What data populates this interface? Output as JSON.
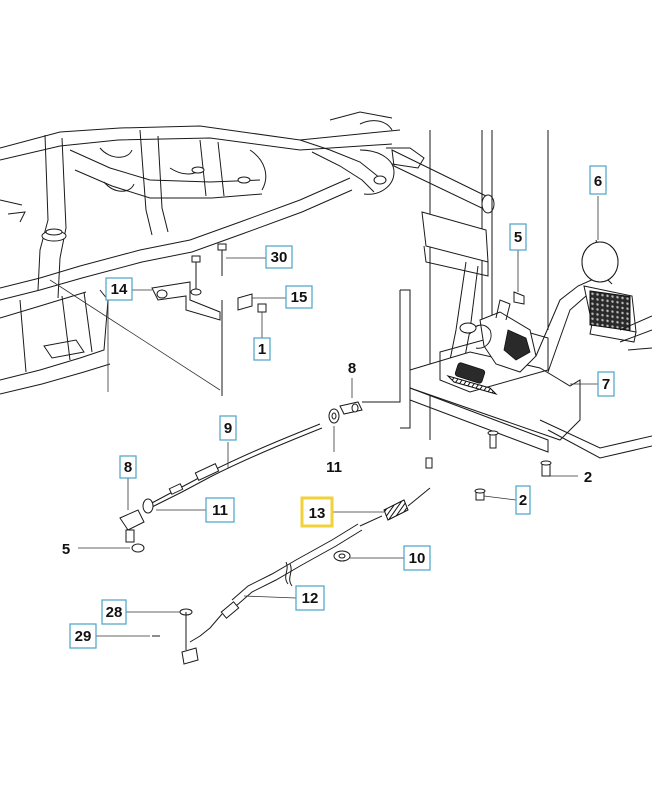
{
  "callouts": [
    {
      "id": "c30",
      "text": "30",
      "boxed": true,
      "selected": false
    },
    {
      "id": "c14",
      "text": "14",
      "boxed": true,
      "selected": false
    },
    {
      "id": "c15",
      "text": "15",
      "boxed": true,
      "selected": false
    },
    {
      "id": "c1",
      "text": "1",
      "boxed": true,
      "selected": false
    },
    {
      "id": "c6",
      "text": "6",
      "boxed": true,
      "selected": false
    },
    {
      "id": "c5a",
      "text": "5",
      "boxed": true,
      "selected": false
    },
    {
      "id": "c7",
      "text": "7",
      "boxed": true,
      "selected": false
    },
    {
      "id": "c8a",
      "text": "8",
      "boxed": false,
      "selected": false
    },
    {
      "id": "c9",
      "text": "9",
      "boxed": true,
      "selected": false
    },
    {
      "id": "c11a",
      "text": "11",
      "boxed": false,
      "selected": false
    },
    {
      "id": "c8b",
      "text": "8",
      "boxed": true,
      "selected": false
    },
    {
      "id": "c11b",
      "text": "11",
      "boxed": true,
      "selected": false
    },
    {
      "id": "c5b",
      "text": "5",
      "boxed": false,
      "selected": false
    },
    {
      "id": "c13",
      "text": "13",
      "boxed": true,
      "selected": true
    },
    {
      "id": "c2a",
      "text": "2",
      "boxed": false,
      "selected": false
    },
    {
      "id": "c2b",
      "text": "2",
      "boxed": true,
      "selected": false
    },
    {
      "id": "c10",
      "text": "10",
      "boxed": true,
      "selected": false
    },
    {
      "id": "c12",
      "text": "12",
      "boxed": true,
      "selected": false
    },
    {
      "id": "c28",
      "text": "28",
      "boxed": true,
      "selected": false
    },
    {
      "id": "c29",
      "text": "29",
      "boxed": true,
      "selected": false
    }
  ],
  "colors": {
    "callout_border": "#4aa3c8",
    "selected_border": "#f2d23a",
    "line": "#1a1a1a"
  }
}
